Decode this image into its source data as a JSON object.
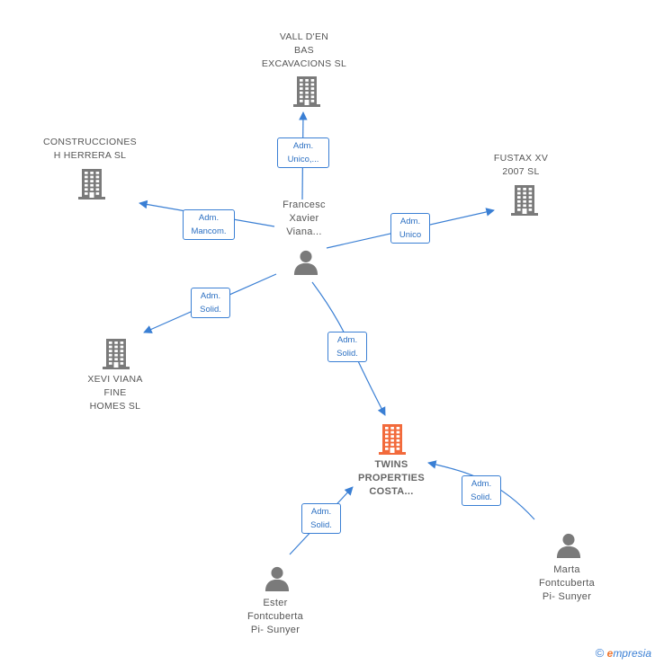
{
  "nodes": [
    {
      "id": "vall",
      "type": "company",
      "label": "VALL D'EN\nBAS\nEXCAVACIONS SL",
      "color": "#7a7a7a"
    },
    {
      "id": "construcciones",
      "type": "company",
      "label": "CONSTRUCCIONES\nH HERRERA SL",
      "color": "#7a7a7a"
    },
    {
      "id": "fustax",
      "type": "company",
      "label": "FUSTAX XV\n2007 SL",
      "color": "#7a7a7a"
    },
    {
      "id": "francesc",
      "type": "person",
      "label": "Francesc\nXavier\nViana...",
      "color": "#7a7a7a"
    },
    {
      "id": "xevi",
      "type": "company",
      "label": "XEVI VIANA\nFINE\nHOMES  SL",
      "color": "#7a7a7a"
    },
    {
      "id": "twins",
      "type": "company-main",
      "label": "TWINS\nPROPERTIES\nCOSTA...",
      "color": "#f26a3b"
    },
    {
      "id": "ester",
      "type": "person",
      "label": "Ester\nFontcuberta\nPi- Sunyer",
      "color": "#7a7a7a"
    },
    {
      "id": "marta",
      "type": "person",
      "label": "Marta\nFontcuberta\nPi- Sunyer",
      "color": "#7a7a7a"
    }
  ],
  "edges": [
    {
      "id": "e1",
      "from": "francesc",
      "to": "vall",
      "label": "Adm.\nUnico,..."
    },
    {
      "id": "e2",
      "from": "francesc",
      "to": "construcciones",
      "label": "Adm.\nMancom."
    },
    {
      "id": "e3",
      "from": "francesc",
      "to": "fustax",
      "label": "Adm.\nUnico"
    },
    {
      "id": "e4",
      "from": "francesc",
      "to": "xevi",
      "label": "Adm.\nSolid."
    },
    {
      "id": "e5",
      "from": "francesc",
      "to": "twins",
      "label": "Adm.\nSolid."
    },
    {
      "id": "e6",
      "from": "ester",
      "to": "twins",
      "label": "Adm.\nSolid."
    },
    {
      "id": "e7",
      "from": "marta",
      "to": "twins",
      "label": "Adm.\nSolid."
    }
  ],
  "colors": {
    "edge": "#3a7fd4",
    "edge_text": "#2b6fc2",
    "icon_gray": "#7a7a7a",
    "icon_main": "#f26a3b"
  },
  "footer": {
    "copyright": "©",
    "brand_initial": "e",
    "brand_rest": "mpresia"
  }
}
